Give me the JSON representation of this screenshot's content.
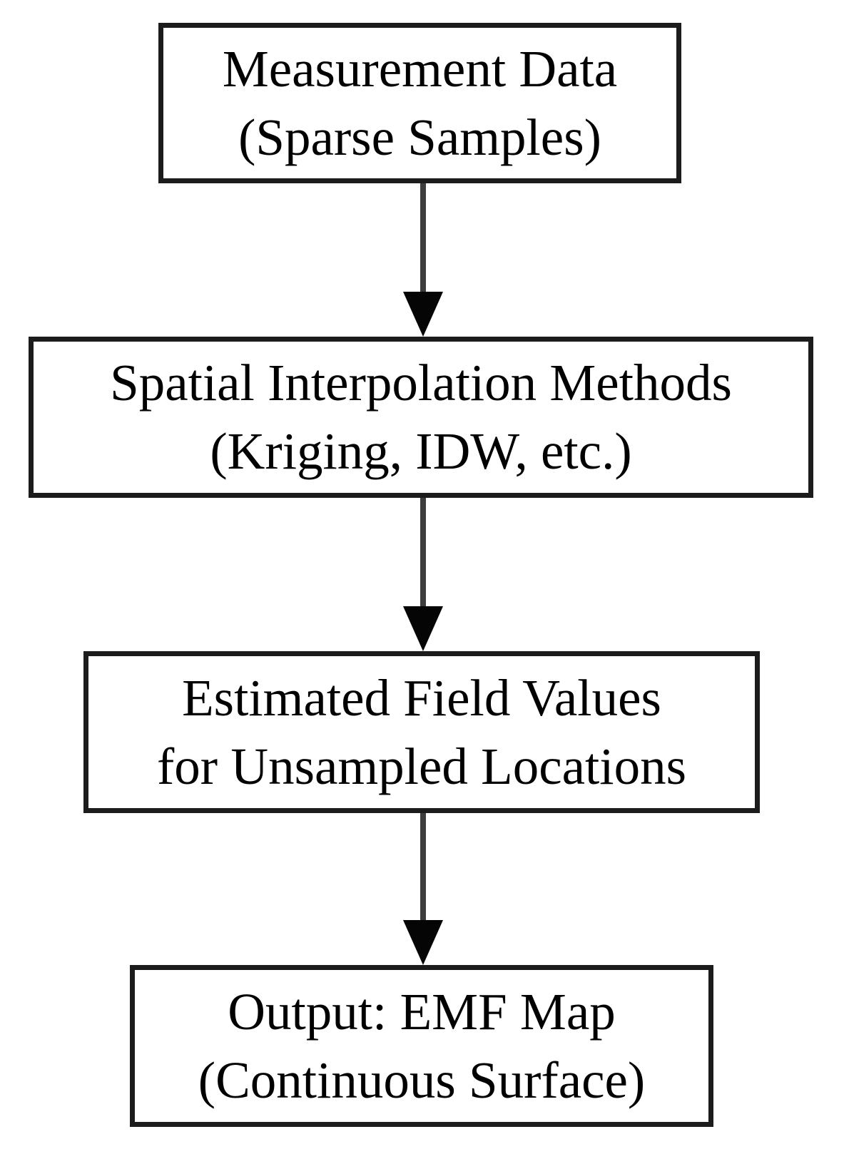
{
  "diagram": {
    "type": "flowchart",
    "subject": "EMF map generation via spatial interpolation",
    "colors": {
      "background": "#ffffff",
      "box_border": "#1c1c1c",
      "box_fill": "#ffffff",
      "text": "#000000",
      "arrow_line": "#3d3d3d",
      "arrow_head": "#050505"
    },
    "nodes": [
      {
        "id": "measurement-data",
        "lines": [
          "Measurement Data",
          "(Sparse Samples)"
        ]
      },
      {
        "id": "spatial-interpolation-methods",
        "lines": [
          "Spatial Interpolation Methods",
          "(Kriging, IDW, etc.)"
        ]
      },
      {
        "id": "estimated-field-values",
        "lines": [
          "Estimated Field Values",
          "for Unsampled Locations"
        ]
      },
      {
        "id": "output-emf-map",
        "lines": [
          "Output: EMF Map",
          "(Continuous Surface)"
        ]
      }
    ],
    "edges": [
      {
        "from": "measurement-data",
        "to": "spatial-interpolation-methods",
        "direction": "down"
      },
      {
        "from": "spatial-interpolation-methods",
        "to": "estimated-field-values",
        "direction": "down"
      },
      {
        "from": "estimated-field-values",
        "to": "output-emf-map",
        "direction": "down"
      }
    ]
  }
}
